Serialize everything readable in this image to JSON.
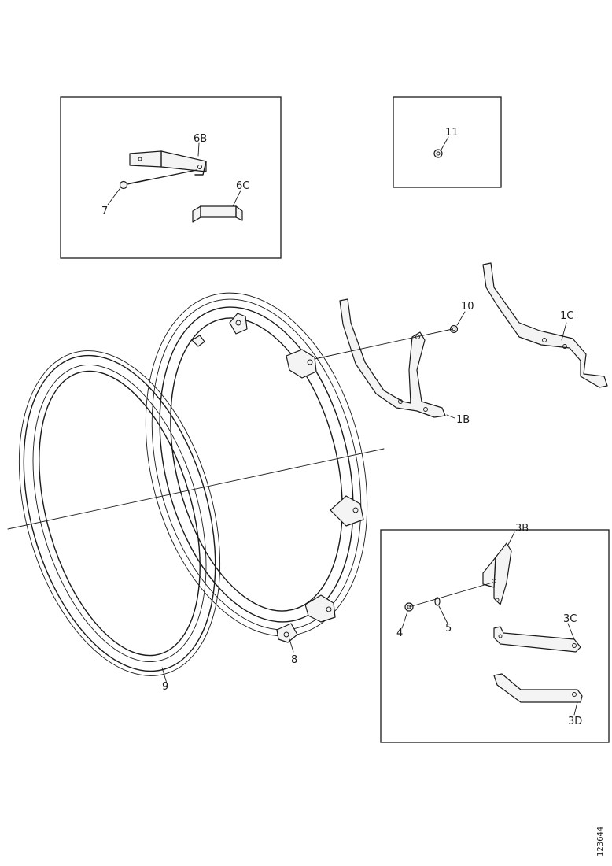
{
  "callouts": {
    "c6b": "6B",
    "c6c": "6C",
    "c7": "7",
    "c11": "11",
    "c10": "10",
    "c1c": "1C",
    "c1b": "1B",
    "c3b": "3B",
    "c3c": "3C",
    "c3d": "3D",
    "c4": "4",
    "c5": "5",
    "c8": "8",
    "c9": "9"
  },
  "drawing_number": "123644"
}
